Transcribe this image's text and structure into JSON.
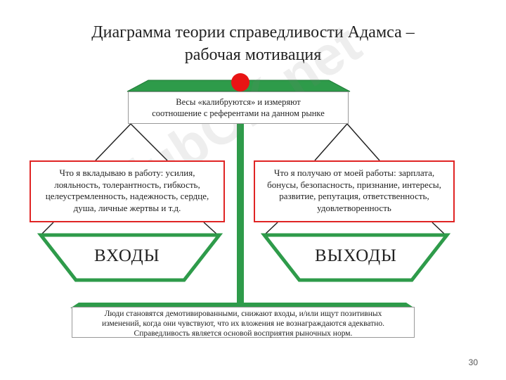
{
  "title": {
    "line1": "Диаграмма теории справедливости Адамса –",
    "line2": "рабочая мотивация"
  },
  "top_box": {
    "line1": "Весы «калибруются» и измеряют",
    "line2": "соотношение с референтами на данном рынке"
  },
  "left_box": {
    "line1": "Что я вкладываю в работу: усилия,",
    "line2": "лояльность, толерантность, гибкость,",
    "line3": "целеустремленность, надежность, сердце,",
    "line4": "душа, личные жертвы и т.д."
  },
  "right_box": {
    "line1": "Что я получаю от моей работы: зарплата,",
    "line2": "бонусы, безопасность, признание, интересы,",
    "line3": "развитие, репутация, ответственность,",
    "line4": "удовлетворенность"
  },
  "pans": {
    "inputs": "ВХОДЫ",
    "outputs": "ВЫХОДЫ"
  },
  "bottom_box": {
    "line1": "Люди становятся демотивированными, снижают входы, и/или ищут позитивных",
    "line2": "изменений, когда они чувствуют, что их вложения не вознаграждаются адекватно.",
    "line3": "Справедливость является основой восприятия рыночных норм."
  },
  "watermark": "KlubOK.net",
  "page_number": "30",
  "colors": {
    "accent_green": "#2e9b4a",
    "pivot_red": "#e81414",
    "box_border_red": "#e02424"
  }
}
